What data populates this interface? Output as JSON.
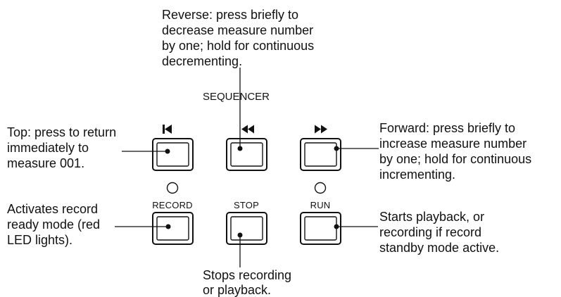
{
  "section_label": "SEQUENCER",
  "buttons": {
    "top": {
      "label": "",
      "icon": "skip-to-start-icon"
    },
    "reverse": {
      "label": "",
      "icon": "rewind-icon"
    },
    "forward": {
      "label": "",
      "icon": "fast-forward-icon"
    },
    "record": {
      "label": "RECORD",
      "led": true
    },
    "stop": {
      "label": "STOP",
      "led": false
    },
    "run": {
      "label": "RUN",
      "led": true
    }
  },
  "callouts": {
    "reverse": [
      "Reverse: press briefly to",
      "decrease measure number",
      "by one; hold for continuous",
      "decrementing."
    ],
    "top": [
      "Top: press to return",
      "immediately to",
      "measure 001."
    ],
    "forward": [
      "Forward: press briefly to",
      "increase measure number",
      "by one; hold for continuous",
      "incrementing."
    ],
    "record": [
      "Activates record",
      "ready mode (red",
      "LED lights)."
    ],
    "run": [
      "Starts playback, or",
      "recording if record",
      "standby mode active."
    ],
    "stop": [
      "Stops recording",
      "or playback."
    ]
  }
}
